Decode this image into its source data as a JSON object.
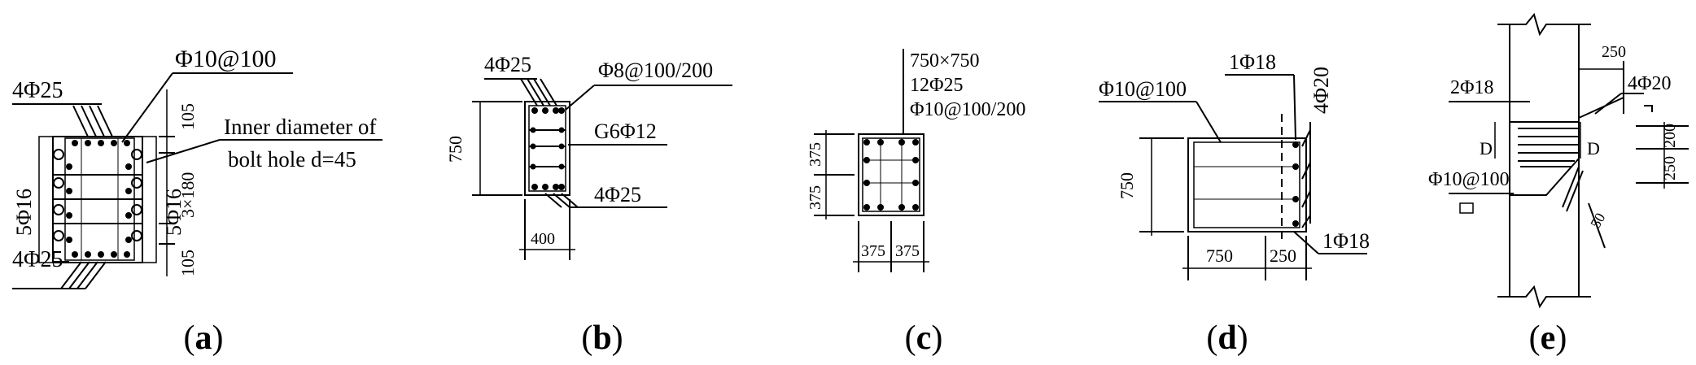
{
  "panels": {
    "a": {
      "caption_letter": "a",
      "labels": {
        "stirrup": "Φ10@100",
        "top_bars": "4Φ25",
        "bottom_bars": "4Φ25",
        "left_side_bars": "5Φ16",
        "right_side_bars": "5Φ16",
        "hole_note_line1": "Inner diameter of",
        "hole_note_line2": "bolt hole d=45",
        "dim_top": "105",
        "dim_mid": "3×180",
        "dim_bottom": "105"
      }
    },
    "b": {
      "caption_letter": "b",
      "labels": {
        "top_bars": "4Φ25",
        "stirrup": "Φ8@100/200",
        "side_bars": "G6Φ12",
        "bottom_bars": "4Φ25",
        "height": "750",
        "width": "400"
      }
    },
    "c": {
      "caption_letter": "c",
      "labels": {
        "size": "750×750",
        "bars": "12Φ25",
        "stirrup": "Φ10@100/200",
        "dim_left_top": "375",
        "dim_left_bottom": "375",
        "dim_bottom_left": "375",
        "dim_bottom_right": "375"
      }
    },
    "d": {
      "caption_letter": "d",
      "labels": {
        "stirrup": "Φ10@100",
        "top_bar": "1Φ18",
        "vertical_bars": "4Φ20",
        "bottom_bar": "1Φ18",
        "height": "750",
        "width": "750",
        "width_right": "250"
      }
    },
    "e": {
      "caption_letter": "e",
      "labels": {
        "dim_250_top": "250",
        "bars_right": "4Φ20",
        "bars_left": "2Φ18",
        "section_left": "D",
        "section_right": "D",
        "dim_200": "200",
        "dim_250_side": "250",
        "stirrup": "Φ10@100",
        "dim_50": "50"
      }
    }
  }
}
